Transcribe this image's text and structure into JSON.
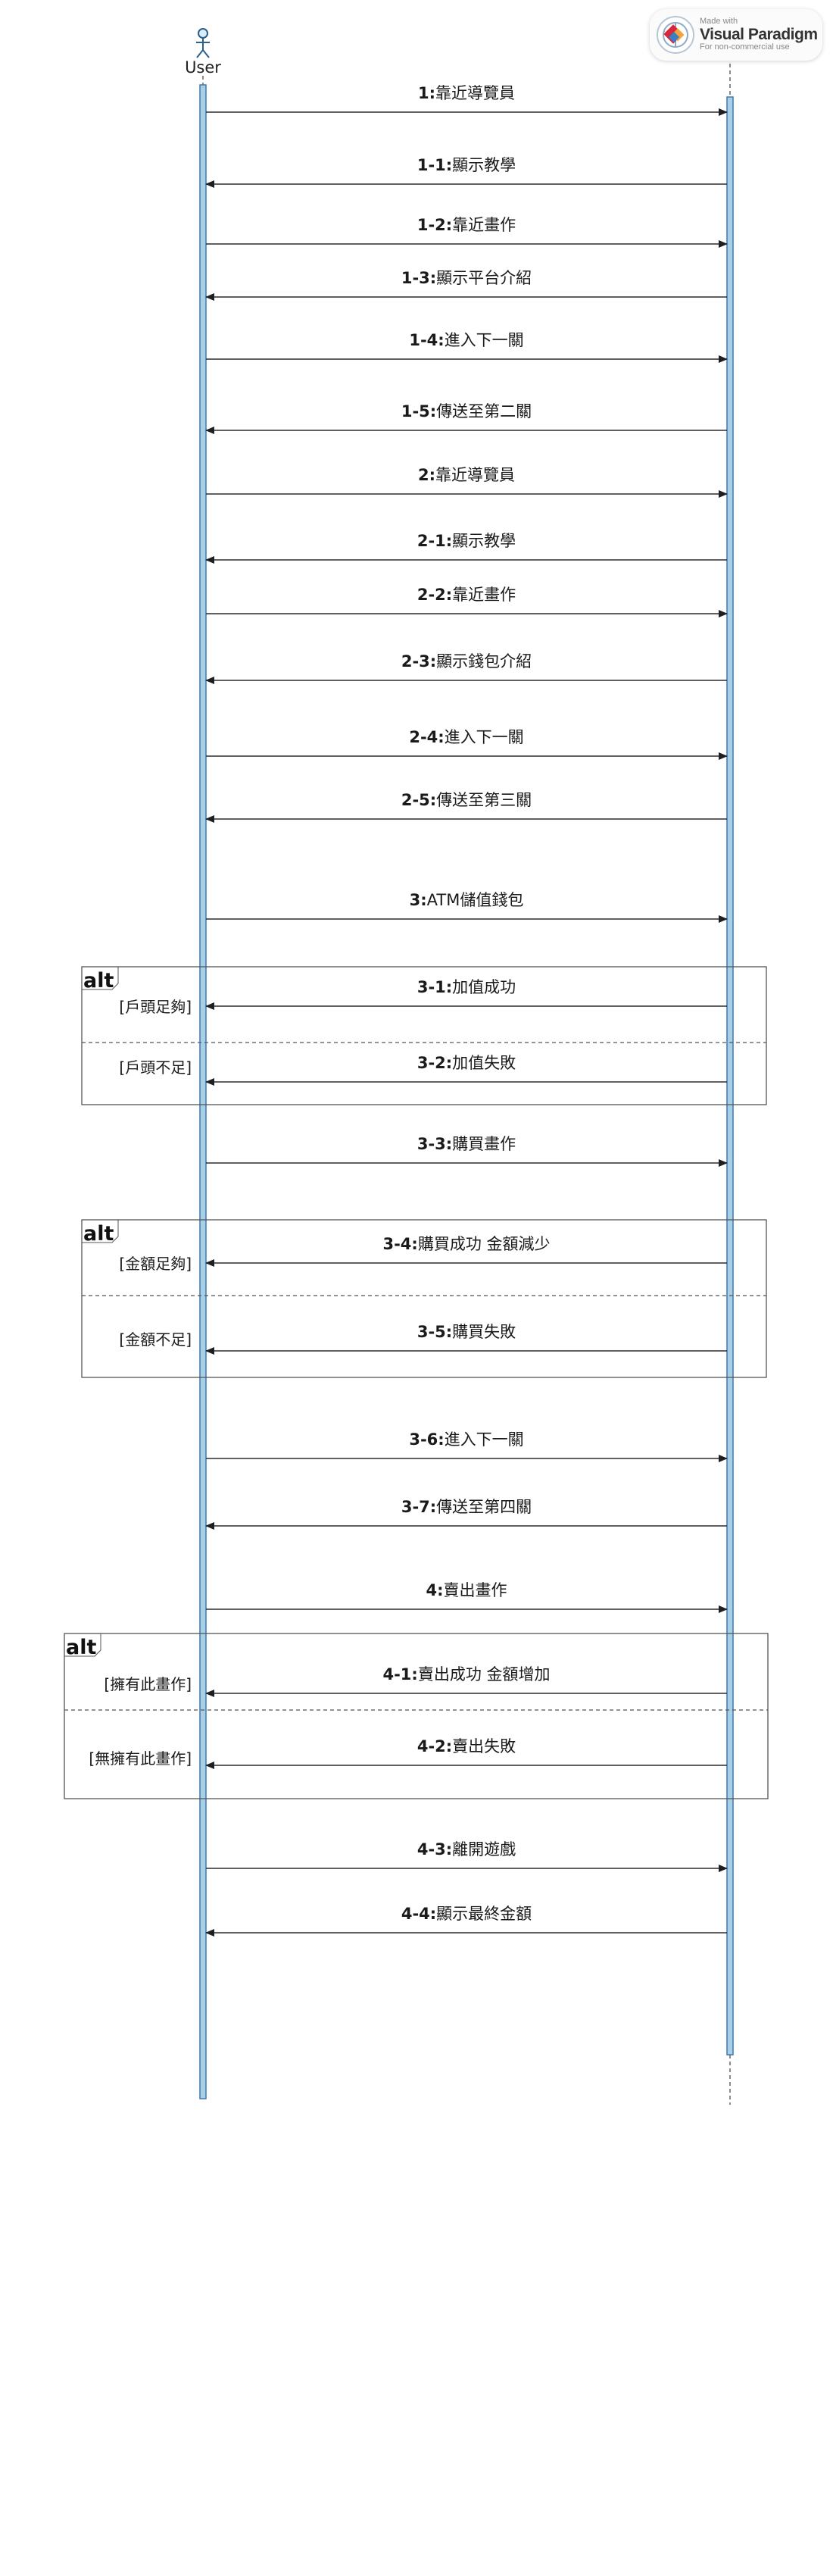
{
  "actor": {
    "name": "User",
    "icon": "stick-figure-icon"
  },
  "watermark": {
    "made_with": "Made with",
    "brand": "Visual Paradigm",
    "note": "For non-commercial use",
    "icon": "visual-paradigm-logo-icon"
  },
  "colors": {
    "lifeline_fill": "#a9cfe8",
    "lifeline_stroke": "#3a7ab0",
    "line": "#2b2b2b",
    "frame": "#555555"
  },
  "messages": [
    {
      "num": "1:",
      "text": "靠近導覽員",
      "dir": "right"
    },
    {
      "num": "1-1:",
      "text": "顯示教學",
      "dir": "left"
    },
    {
      "num": "1-2:",
      "text": "靠近畫作",
      "dir": "right"
    },
    {
      "num": "1-3:",
      "text": "顯示平台介紹",
      "dir": "left"
    },
    {
      "num": "1-4:",
      "text": "進入下一關",
      "dir": "right"
    },
    {
      "num": "1-5:",
      "text": "傳送至第二關",
      "dir": "left"
    },
    {
      "num": "2:",
      "text": "靠近導覽員",
      "dir": "right"
    },
    {
      "num": "2-1:",
      "text": "顯示教學",
      "dir": "left"
    },
    {
      "num": "2-2:",
      "text": "靠近畫作",
      "dir": "right"
    },
    {
      "num": "2-3:",
      "text": "顯示錢包介紹",
      "dir": "left"
    },
    {
      "num": "2-4:",
      "text": "進入下一關",
      "dir": "right"
    },
    {
      "num": "2-5:",
      "text": "傳送至第三關",
      "dir": "left"
    },
    {
      "num": "3:",
      "text": "ATM儲值錢包",
      "dir": "right"
    },
    {
      "num": "3-1:",
      "text": "加值成功",
      "dir": "left"
    },
    {
      "num": "3-2:",
      "text": "加值失敗",
      "dir": "left"
    },
    {
      "num": "3-3:",
      "text": "購買畫作",
      "dir": "right"
    },
    {
      "num": "3-4:",
      "text": "購買成功 金額減少",
      "dir": "left"
    },
    {
      "num": "3-5:",
      "text": "購買失敗",
      "dir": "left"
    },
    {
      "num": "3-6:",
      "text": "進入下一關",
      "dir": "right"
    },
    {
      "num": "3-7:",
      "text": "傳送至第四關",
      "dir": "left"
    },
    {
      "num": "4:",
      "text": "賣出畫作",
      "dir": "right"
    },
    {
      "num": "4-1:",
      "text": "賣出成功 金額增加",
      "dir": "left"
    },
    {
      "num": "4-2:",
      "text": "賣出失敗",
      "dir": "left"
    },
    {
      "num": "4-3:",
      "text": "離開遊戲",
      "dir": "right"
    },
    {
      "num": "4-4:",
      "text": "顯示最終金額",
      "dir": "left"
    }
  ],
  "fragments": [
    {
      "tag": "alt",
      "guards": [
        "[戶頭足夠]",
        "[戶頭不足]"
      ]
    },
    {
      "tag": "alt",
      "guards": [
        "[金額足夠]",
        "[金額不足]"
      ]
    },
    {
      "tag": "alt",
      "guards": [
        "[擁有此畫作]",
        "[無擁有此畫作]"
      ]
    }
  ]
}
